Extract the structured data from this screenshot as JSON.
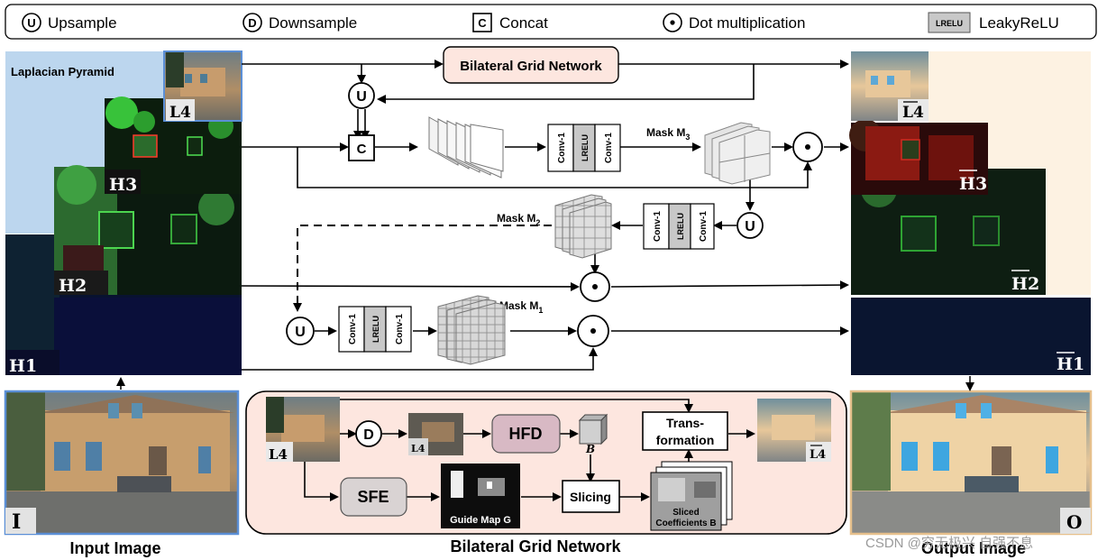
{
  "legend": {
    "upsample": {
      "symbol": "U",
      "label": "Upsample"
    },
    "downsample": {
      "symbol": "D",
      "label": "Downsample"
    },
    "concat": {
      "symbol": "C",
      "label": "Concat"
    },
    "dot": {
      "label": "Dot multiplication"
    },
    "lrelu": {
      "symbol": "LRELU",
      "label": "LeakyReLU"
    }
  },
  "pyramid_title": "Laplacian Pyramid",
  "levels": {
    "L4": "L4",
    "H3": "H3",
    "H2": "H2",
    "H1": "H1",
    "I": "I",
    "L4bar": "L4",
    "H3bar": "H3",
    "H2bar": "H2",
    "H1bar": "H1",
    "O": "O",
    "L4hat": "L4",
    "L4bar_small": "L4"
  },
  "bgn_box": "Bilateral Grid Network",
  "conv": "Conv-1",
  "lrelu": "LRELU",
  "concat_symbol": "C",
  "upsample_symbol": "U",
  "downsample_symbol": "D",
  "masks": {
    "m3": "Mask M",
    "m3_sub": "3",
    "m2": "Mask M",
    "m2_sub": "2",
    "m1": "Mask M",
    "m1_sub": "1"
  },
  "bottom": {
    "hfd": "HFD",
    "sfe": "SFE",
    "slicing": "Slicing",
    "transformation_1": "Trans-",
    "transformation_2": "formation",
    "guide_map": "Guide Map G",
    "sliced_1": "Sliced",
    "sliced_2": "Coefficients B",
    "grid_symbol": "B"
  },
  "captions": {
    "input": "Input Image",
    "bgn": "Bilateral Grid  Network",
    "output": "Output Image"
  },
  "watermark": "CSDN @穷无极兴   自强不息",
  "colors": {
    "pyramid_blue": "#bcd6ee",
    "output_cream": "#fdf2e2",
    "bgn_pink": "#fde6df",
    "hfd_fill": "#d8b9c4",
    "sfe_fill": "#d9d3d3",
    "frame_blue": "#5b8fd6",
    "frame_gold": "#e6c08c"
  }
}
